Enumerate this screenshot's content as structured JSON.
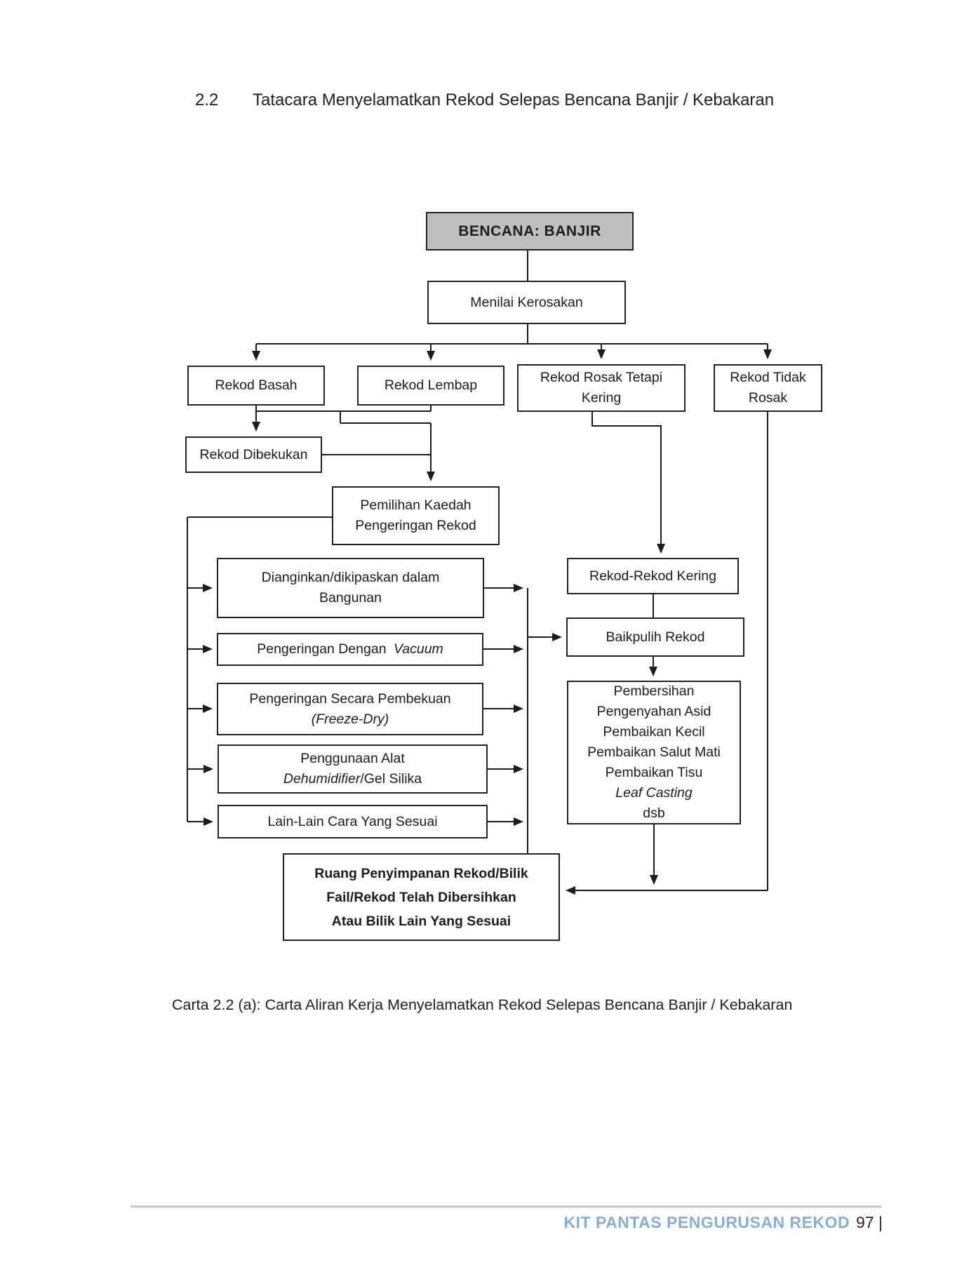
{
  "page": {
    "section_number": "2.2",
    "title": "Tatacara Menyelamatkan Rekod Selepas Bencana Banjir / Kebakaran",
    "caption": "Carta 2.2 (a): Carta Aliran Kerja Menyelamatkan Rekod Selepas Bencana Banjir / Kebakaran",
    "footer": {
      "brand": "KIT PANTAS PENGURUSAN REKOD",
      "page_number": "97 |",
      "brand_color": "#86AED9",
      "rule_color": "#C9C9C9"
    }
  },
  "flowchart": {
    "colors": {
      "start_node_fill": "#BFBFBF",
      "line_color": "#1c1c1c"
    },
    "nodes": {
      "bencana": {
        "label": "BENCANA: BANJIR"
      },
      "menilai": {
        "label": "Menilai Kerosakan"
      },
      "rekod_basah": {
        "label": "Rekod Basah"
      },
      "rekod_lembap": {
        "label": "Rekod Lembap"
      },
      "rekod_rosak_tetapi_kering": {
        "label": "Rekod Rosak Tetapi Kering"
      },
      "rekod_tidak_rosak": {
        "label": "Rekod Tidak Rosak"
      },
      "rekod_dibekukan": {
        "label": "Rekod Dibekukan"
      },
      "pemilihan_kaedah": {
        "label": "Pemilihan Kaedah Pengeringan Rekod"
      },
      "dianginkan": {
        "label": "Dianginkan/dikipaskan dalam Bangunan"
      },
      "pengeringan_vacuum": {
        "pre": "Pengeringan Dengan",
        "italic": "Vacuum"
      },
      "pengeringan_pembekuan": {
        "line1": "Pengeringan Secara Pembekuan",
        "line2_italic": "(Freeze-Dry)"
      },
      "penggunaan_alat": {
        "line1": "Penggunaan Alat",
        "line2_italic": "Dehumidifier",
        "line2_rest": "/Gel Silika"
      },
      "lain_lain": {
        "label": "Lain-Lain Cara Yang Sesuai"
      },
      "rekod_rekod_kering": {
        "label": "Rekod-Rekod Kering"
      },
      "baikpulih_rekod": {
        "label": "Baikpulih Rekod"
      },
      "pembersihan": {
        "lines": [
          "Pembersihan",
          "Pengenyahan Asid",
          "Pembaikan Kecil",
          "Pembaikan Salut Mati",
          "Pembaikan Tisu",
          "Leaf Casting",
          "dsb"
        ]
      },
      "ruang_penyimpanan": {
        "line1": "Ruang Penyimpanan Rekod/Bilik",
        "line2": "Fail/Rekod Telah Dibersihkan",
        "line3": "Atau Bilik Lain Yang Sesuai"
      }
    }
  }
}
